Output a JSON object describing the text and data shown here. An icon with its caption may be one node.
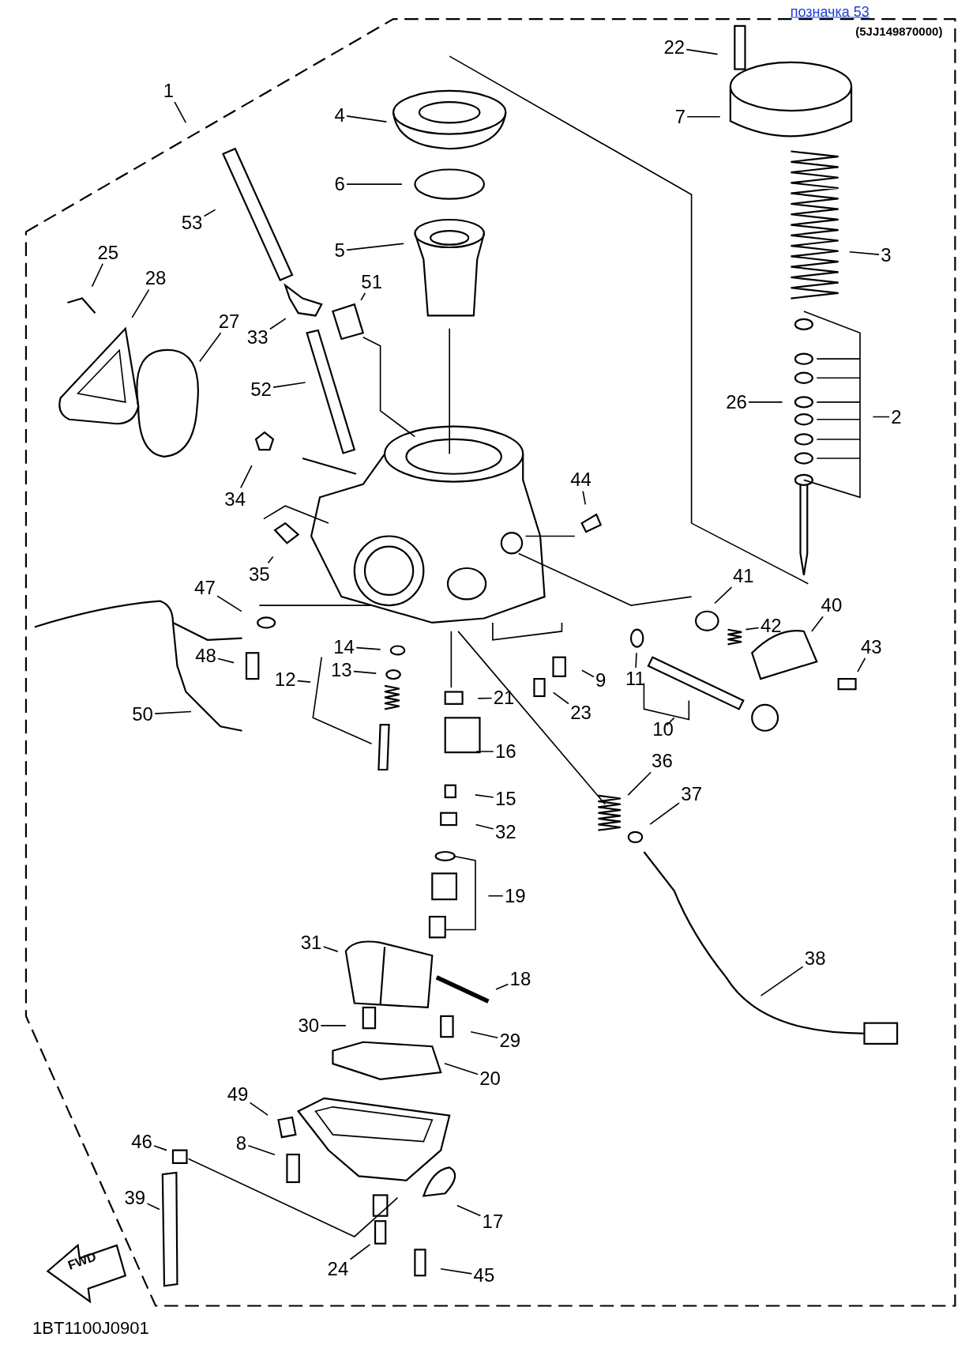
{
  "diagram": {
    "nodes": [
      {
        "text": [
          "22"
        ]
      },
      {
        "text": [
          "1"
        ]
      },
      {
        "text": [
          "4"
        ]
      },
      {
        "text": [
          "7"
        ]
      },
      {
        "text": [
          "6"
        ]
      },
      {
        "text": [
          "53"
        ]
      },
      {
        "text": [
          "5"
        ]
      },
      {
        "text": [
          "25"
        ]
      },
      {
        "text": [
          "3"
        ]
      },
      {
        "text": [
          "28"
        ]
      },
      {
        "text": [
          "51"
        ]
      },
      {
        "text": [
          "27"
        ]
      },
      {
        "text": [
          "33"
        ]
      },
      {
        "text": [
          "52"
        ]
      },
      {
        "text": [
          "26"
        ]
      },
      {
        "text": [
          "2"
        ]
      },
      {
        "text": [
          "44"
        ]
      },
      {
        "text": [
          "34"
        ]
      },
      {
        "text": [
          "35"
        ]
      },
      {
        "text": [
          "41"
        ]
      },
      {
        "text": [
          "47"
        ]
      },
      {
        "text": [
          "42"
        ]
      },
      {
        "text": [
          "40"
        ]
      },
      {
        "text": [
          "14"
        ]
      },
      {
        "text": [
          "43"
        ]
      },
      {
        "text": [
          "13"
        ]
      },
      {
        "text": [
          "11"
        ]
      },
      {
        "text": [
          "48"
        ]
      },
      {
        "text": [
          "12"
        ]
      },
      {
        "text": [
          "9"
        ]
      },
      {
        "text": [
          "21"
        ]
      },
      {
        "text": [
          "23"
        ]
      },
      {
        "text": [
          "50"
        ]
      },
      {
        "text": [
          "10"
        ]
      },
      {
        "text": [
          "16"
        ]
      },
      {
        "text": [
          "36"
        ]
      },
      {
        "text": [
          "37"
        ]
      },
      {
        "text": [
          "15"
        ]
      },
      {
        "text": [
          "32"
        ]
      },
      {
        "text": [
          "19"
        ]
      },
      {
        "text": [
          "31"
        ]
      },
      {
        "text": [
          "38"
        ]
      },
      {
        "text": [
          "18"
        ]
      },
      {
        "text": [
          "30"
        ]
      },
      {
        "text": [
          "29"
        ]
      },
      {
        "text": [
          "20"
        ]
      },
      {
        "text": [
          "49"
        ]
      },
      {
        "text": [
          "8"
        ]
      },
      {
        "text": [
          "46"
        ]
      },
      {
        "text": [
          "39"
        ]
      },
      {
        "text": [
          "17"
        ]
      },
      {
        "text": [
          "24"
        ]
      },
      {
        "text": [
          "45"
        ]
      },
      {
        "text": [
          "FWD"
        ]
      }
    ],
    "edges": [
      {
        "from": 0,
        "to": null,
        "arrow": "none"
      },
      {
        "from": 1,
        "to": null,
        "arrow": "none"
      },
      {
        "from": 2,
        "to": null,
        "arrow": "none"
      },
      {
        "from": 3,
        "to": null,
        "arrow": "none"
      },
      {
        "from": 4,
        "to": null,
        "arrow": "none"
      },
      {
        "from": 5,
        "to": null,
        "arrow": "none"
      },
      {
        "from": 6,
        "to": null,
        "arrow": "none"
      },
      {
        "from": 7,
        "to": null,
        "arrow": "none"
      },
      {
        "from": 8,
        "to": null,
        "arrow": "none"
      },
      {
        "from": 9,
        "to": null,
        "arrow": "none"
      },
      {
        "from": 10,
        "to": null,
        "arrow": "none"
      },
      {
        "from": 11,
        "to": null,
        "arrow": "none"
      },
      {
        "from": 12,
        "to": null,
        "arrow": "none"
      },
      {
        "from": 13,
        "to": null,
        "arrow": "none"
      },
      {
        "from": 14,
        "to": null,
        "arrow": "none"
      },
      {
        "from": 15,
        "to": null,
        "arrow": "none"
      },
      {
        "from": 16,
        "to": null,
        "arrow": "none"
      },
      {
        "from": 17,
        "to": null,
        "arrow": "none"
      },
      {
        "from": 18,
        "to": null,
        "arrow": "none"
      },
      {
        "from": 19,
        "to": null,
        "arrow": "none"
      },
      {
        "from": 20,
        "to": null,
        "arrow": "none"
      },
      {
        "from": 21,
        "to": null,
        "arrow": "none"
      },
      {
        "from": 22,
        "to": null,
        "arrow": "none"
      },
      {
        "from": 23,
        "to": null,
        "arrow": "none"
      },
      {
        "from": 24,
        "to": null,
        "arrow": "none"
      },
      {
        "from": 25,
        "to": null,
        "arrow": "none"
      },
      {
        "from": 26,
        "to": null,
        "arrow": "none"
      },
      {
        "from": 27,
        "to": null,
        "arrow": "none"
      },
      {
        "from": 28,
        "to": null,
        "arrow": "none"
      },
      {
        "from": 29,
        "to": null,
        "arrow": "none"
      },
      {
        "from": 30,
        "to": null,
        "arrow": "none"
      },
      {
        "from": 31,
        "to": null,
        "arrow": "none"
      },
      {
        "from": 32,
        "to": null,
        "arrow": "none"
      },
      {
        "from": 33,
        "to": null,
        "arrow": "none"
      },
      {
        "from": 34,
        "to": null,
        "arrow": "none"
      },
      {
        "from": 35,
        "to": null,
        "arrow": "none"
      },
      {
        "from": 36,
        "to": null,
        "arrow": "none"
      },
      {
        "from": 37,
        "to": null,
        "arrow": "none"
      },
      {
        "from": 38,
        "to": null,
        "arrow": "none"
      },
      {
        "from": 39,
        "to": null,
        "arrow": "none"
      },
      {
        "from": 40,
        "to": null,
        "arrow": "none"
      },
      {
        "from": 41,
        "to": null,
        "arrow": "none"
      },
      {
        "from": 42,
        "to": null,
        "arrow": "none"
      },
      {
        "from": 43,
        "to": null,
        "arrow": "none"
      },
      {
        "from": 44,
        "to": null,
        "arrow": "none"
      },
      {
        "from": 45,
        "to": null,
        "arrow": "none"
      },
      {
        "from": 46,
        "to": null,
        "arrow": "none"
      },
      {
        "from": 47,
        "to": null,
        "arrow": "none"
      },
      {
        "from": 48,
        "to": null,
        "arrow": "none"
      },
      {
        "from": 49,
        "to": null,
        "arrow": "none"
      },
      {
        "from": 50,
        "to": null,
        "arrow": "none"
      },
      {
        "from": 51,
        "to": null,
        "arrow": "none"
      },
      {
        "from": 52,
        "to": null,
        "arrow": "none"
      }
    ],
    "labels": [
      "позначка 53",
      "(5JJ149870000)",
      "1BT1100J0901"
    ]
  }
}
